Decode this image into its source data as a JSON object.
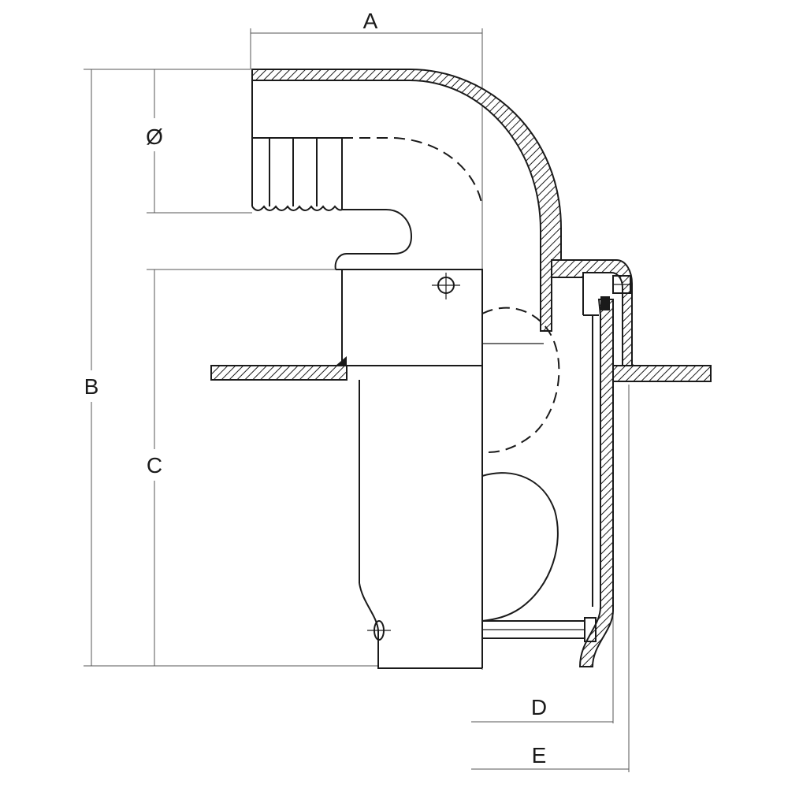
{
  "drawing": {
    "labels": {
      "a": "A",
      "b": "B",
      "c": "C",
      "d": "D",
      "e": "E",
      "diameter": "Ø"
    }
  }
}
